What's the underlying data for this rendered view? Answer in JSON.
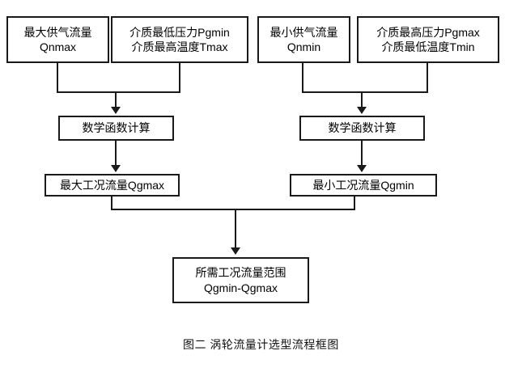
{
  "figure": {
    "caption": "图二  涡轮流量计选型流程框图",
    "colors": {
      "stroke": "#1a1a1a",
      "fill": "#ffffff",
      "text": "#000000"
    }
  },
  "nodes": {
    "qnmax": {
      "line1": "最大供气流量",
      "line2": "Qnmax"
    },
    "pgmin_tmax": {
      "line1": "介质最低压力Pgmin",
      "line2": "介质最高温度Tmax"
    },
    "qnmin": {
      "line1": "最小供气流量",
      "line2": "Qnmin"
    },
    "pgmax_tmin": {
      "line1": "介质最高压力Pgmax",
      "line2": "介质最低温度Tmin"
    },
    "calc_left": {
      "line1": "数学函数计算"
    },
    "calc_right": {
      "line1": "数学函数计算"
    },
    "qgmax": {
      "line1": "最大工况流量Qgmax"
    },
    "qgmin": {
      "line1": "最小工况流量Qgmin"
    },
    "range": {
      "line1": "所需工况流量范围",
      "line2": "Qgmin-Qgmax"
    }
  },
  "chart_data": {
    "type": "diagram",
    "title": "图二  涡轮流量计选型流程框图",
    "nodes": [
      {
        "id": "qnmax",
        "label": "最大供气流量 Qnmax",
        "row": 1
      },
      {
        "id": "pgmin_tmax",
        "label": "介质最低压力Pgmin / 介质最高温度Tmax",
        "row": 1
      },
      {
        "id": "qnmin",
        "label": "最小供气流量 Qnmin",
        "row": 1
      },
      {
        "id": "pgmax_tmin",
        "label": "介质最高压力Pgmax / 介质最低温度Tmin",
        "row": 1
      },
      {
        "id": "calc_left",
        "label": "数学函数计算",
        "row": 2
      },
      {
        "id": "calc_right",
        "label": "数学函数计算",
        "row": 2
      },
      {
        "id": "qgmax",
        "label": "最大工况流量Qgmax",
        "row": 3
      },
      {
        "id": "qgmin",
        "label": "最小工况流量Qgmin",
        "row": 3
      },
      {
        "id": "range",
        "label": "所需工况流量范围 Qgmin-Qgmax",
        "row": 4
      }
    ],
    "edges": [
      {
        "from": "qnmax",
        "to": "calc_left"
      },
      {
        "from": "pgmin_tmax",
        "to": "calc_left"
      },
      {
        "from": "qnmin",
        "to": "calc_right"
      },
      {
        "from": "pgmax_tmin",
        "to": "calc_right"
      },
      {
        "from": "calc_left",
        "to": "qgmax"
      },
      {
        "from": "calc_right",
        "to": "qgmin"
      },
      {
        "from": "qgmax",
        "to": "range"
      },
      {
        "from": "qgmin",
        "to": "range"
      }
    ]
  }
}
